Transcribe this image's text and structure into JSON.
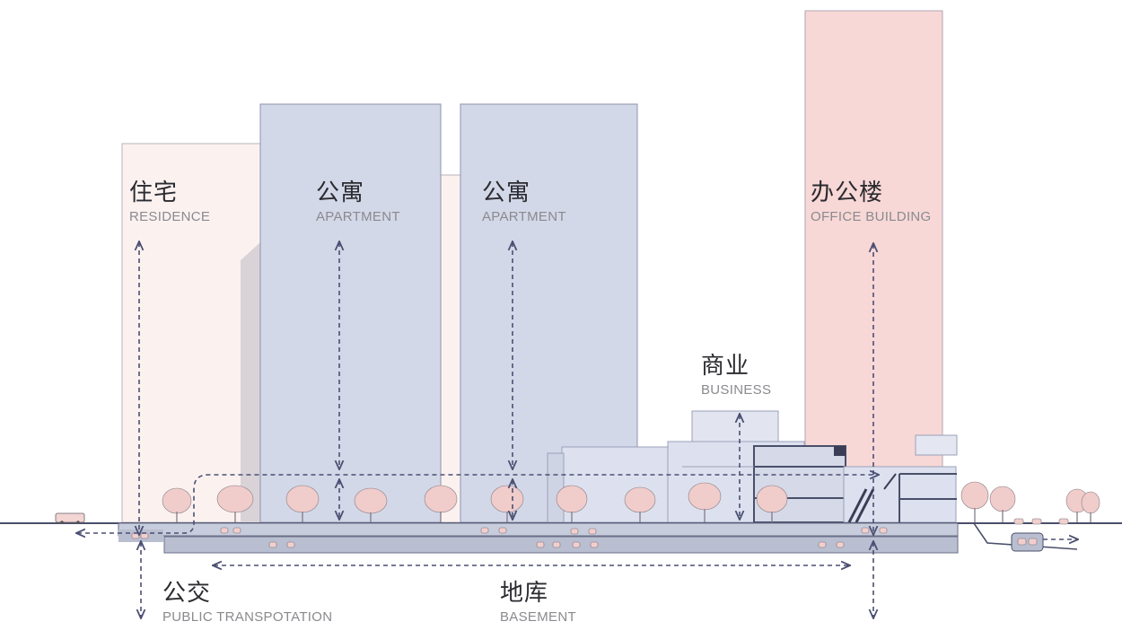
{
  "colors": {
    "residence_fill": "#fbf2f0",
    "apartment_fill": "#d3d8e8",
    "office_fill": "#f7d8d6",
    "business_fill": "#dde1ef",
    "ground_fill": "#c8cddd",
    "basement_fill": "#b9bfd1",
    "outline": "#4a4f6a",
    "arrow": "#4b4f72",
    "tree": "#f0cccb",
    "text_main": "#2b2b30",
    "text_sub": "#8a8a8f"
  },
  "labels": {
    "residence": {
      "cn": "住宅",
      "en": "RESIDENCE"
    },
    "apartment_1": {
      "cn": "公寓",
      "en": "APARTMENT"
    },
    "apartment_2": {
      "cn": "公寓",
      "en": "APARTMENT"
    },
    "office": {
      "cn": "办公楼",
      "en": "OFFICE BUILDING"
    },
    "business": {
      "cn": "商业",
      "en": "BUSINESS"
    },
    "public_transport": {
      "cn": "公交",
      "en": "PUBLIC TRANSPOTATION"
    },
    "basement": {
      "cn": "地库",
      "en": "BASEMENT"
    }
  }
}
